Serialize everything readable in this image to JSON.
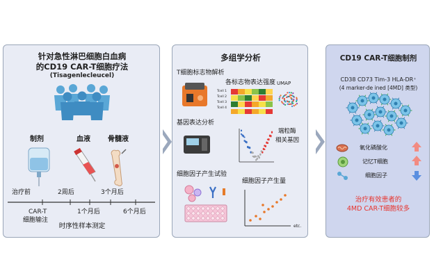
{
  "panel1": {
    "title_line1": "针对急性淋巴细胞白血病",
    "title_line2": "的CD19 CAR-T细胞疗法",
    "subtitle": "(Tisagenlecleucel)",
    "sample_types": [
      "制剂",
      "血液",
      "骨髓液"
    ],
    "timeline_top": [
      "治疗前",
      "2周后",
      "3个月后"
    ],
    "timeline_bottom_car": "CAR-T",
    "timeline_bottom_infusion": "细胞输注",
    "timeline_1month": "1个月后",
    "timeline_6month": "6个月后",
    "caption": "时序性样本测定"
  },
  "panel2": {
    "title": "多组学分析",
    "tcell_label": "T细胞标志物解析",
    "heatmap_label": "各标志物表达强度",
    "umap_label": "UMAP",
    "heatmap_rows": [
      "Tcell 1",
      "Tcell 2",
      "Tcell 3",
      "Tcell 4"
    ],
    "gene_label": "基因表达分析",
    "gene_side_line1": "端粒酶",
    "gene_side_line2": "相关基因",
    "cytokine_label": "细胞因子产生试验",
    "cytokine_amount_label": "细胞因子产生量",
    "etc": "etc."
  },
  "panel3": {
    "title": "CD19 CAR-T细胞制剂",
    "markers_line1": "CD38 CD73 Tim-3 HLA-DR⁺",
    "markers_line2": "(4 marker-de ined [4MD] 类型)",
    "features": [
      {
        "label": "氧化磷酸化",
        "direction": "up"
      },
      {
        "label": "记忆T细胞",
        "direction": "up"
      },
      {
        "label": "细胞因子",
        "direction": "down"
      }
    ],
    "conclusion_line1": "治疗有效患者的",
    "conclusion_line2": "4MD CAR-T细胞较多"
  },
  "colors": {
    "panel_bg": "#e9ecf5",
    "panel3_bg": "#cfd6ee",
    "up_arrow": "#f28b82",
    "down_arrow": "#5b8fe0",
    "conclusion": "#e8332c",
    "people": "#5aa7d6"
  }
}
